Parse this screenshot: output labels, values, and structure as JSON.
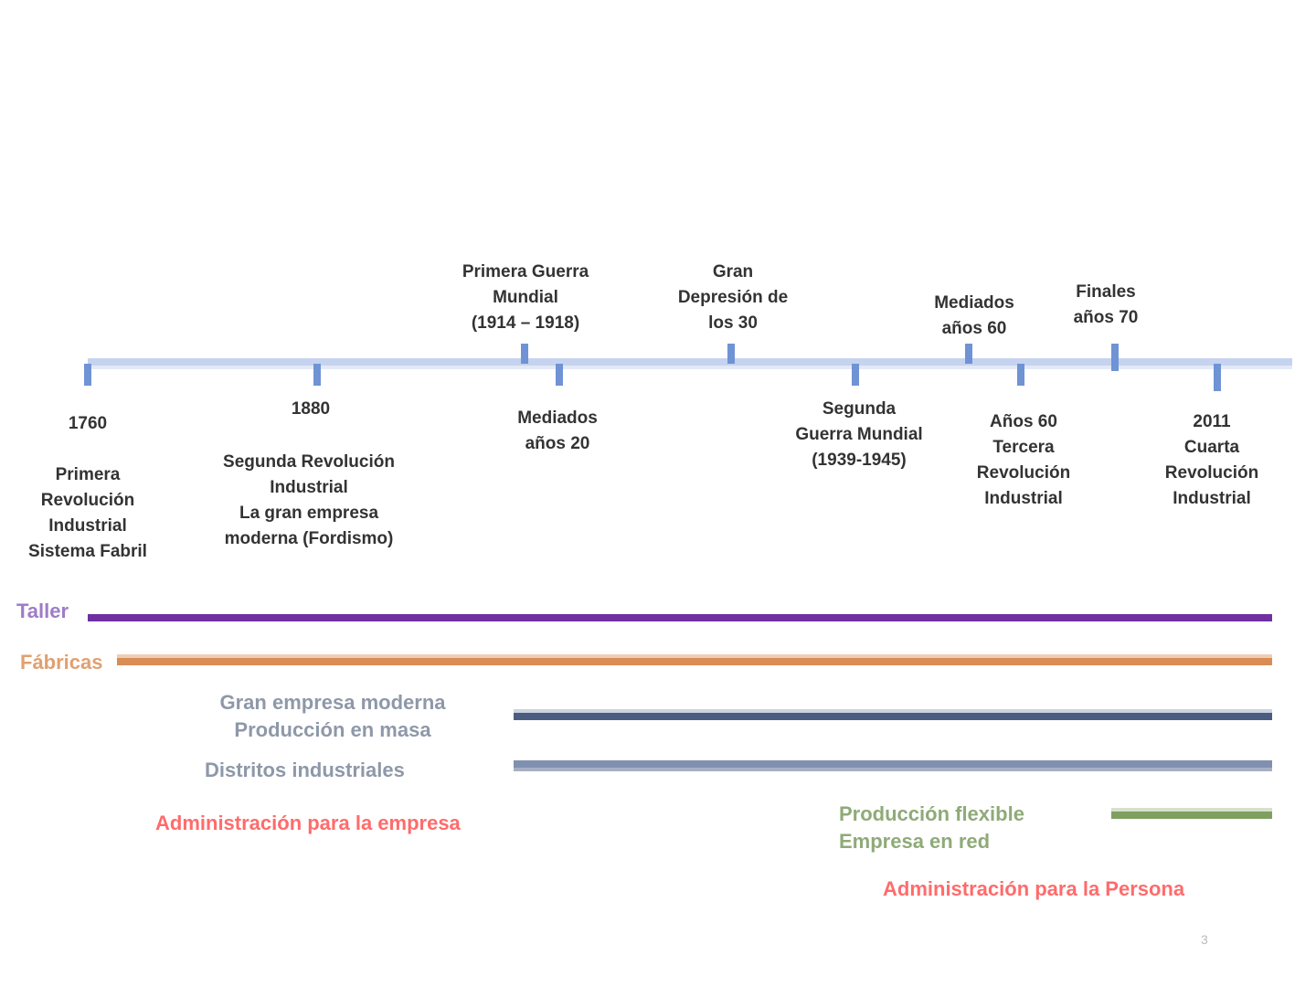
{
  "timeline": {
    "below": [
      {
        "year": "1760",
        "text": "Primera\nRevolución\nIndustrial\nSistema Fabril"
      },
      {
        "year": "1880",
        "text": "Segunda Revolución\nIndustrial\nLa gran empresa\nmoderna (Fordismo)"
      },
      {
        "year": "",
        "text": "Mediados\naños 20"
      },
      {
        "year": "",
        "text": "Segunda\nGuerra Mundial\n(1939-1945)"
      },
      {
        "year": "",
        "text": "Años 60\nTercera\nRevolución\nIndustrial"
      },
      {
        "year": "",
        "text": "2011\nCuarta\nRevolución\nIndustrial"
      }
    ],
    "above": [
      {
        "text": "Primera Guerra\nMundial\n(1914 – 1918)"
      },
      {
        "text": "Gran\nDepresión de\nlos 30"
      },
      {
        "text": "Mediados\naños 60"
      },
      {
        "text": "Finales\naños 70"
      }
    ]
  },
  "eras": {
    "taller": "Taller",
    "fabricas": "Fábricas",
    "gran_empresa": "Gran empresa moderna\nProducción en masa",
    "distritos": "Distritos industriales",
    "admin_empresa": "Administración para la empresa",
    "flexible": "Producción flexible\nEmpresa en red",
    "admin_persona": "Administración para la Persona"
  },
  "colors": {
    "taller": "#7030a0",
    "fabricas": "#d98c55",
    "gran": "#4a5c80",
    "distritos": "#8090b0",
    "flexible": "#7fa060",
    "red": "#ff3333"
  },
  "page_number": "3"
}
